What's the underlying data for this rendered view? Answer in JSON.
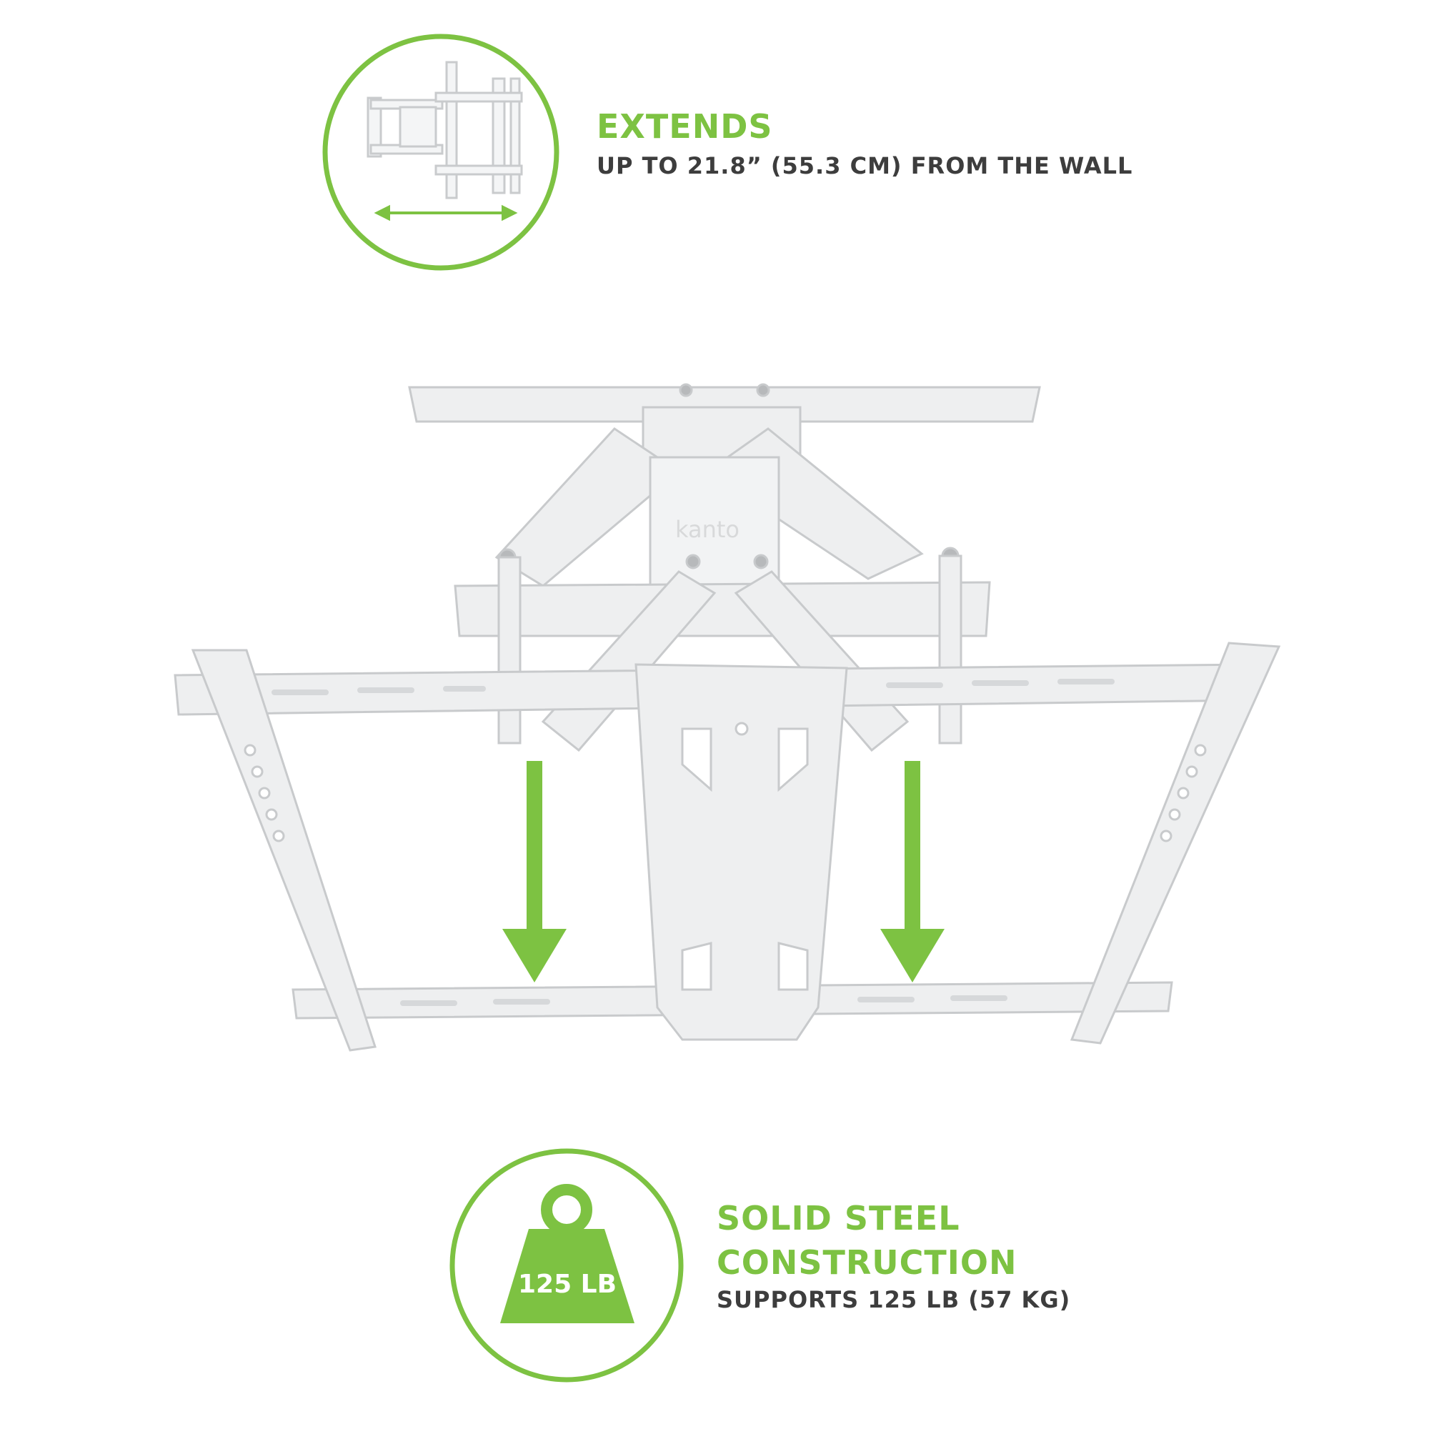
{
  "colors": {
    "accent": "#7dc242",
    "text_dark": "#3d3d3d",
    "mount": "#e6e7e8"
  },
  "extends": {
    "icon": "extension-diagram-icon",
    "title": "EXTENDS",
    "subtitle": "UP TO 21.8” (55.3 CM) FROM THE WALL"
  },
  "mount": {
    "brand": "kanto"
  },
  "steel": {
    "icon": "weight-icon",
    "weight_label": "125 LB",
    "title_line1": "SOLID STEEL",
    "title_line2": "CONSTRUCTION",
    "subtitle": "SUPPORTS 125 LB (57 KG)"
  }
}
